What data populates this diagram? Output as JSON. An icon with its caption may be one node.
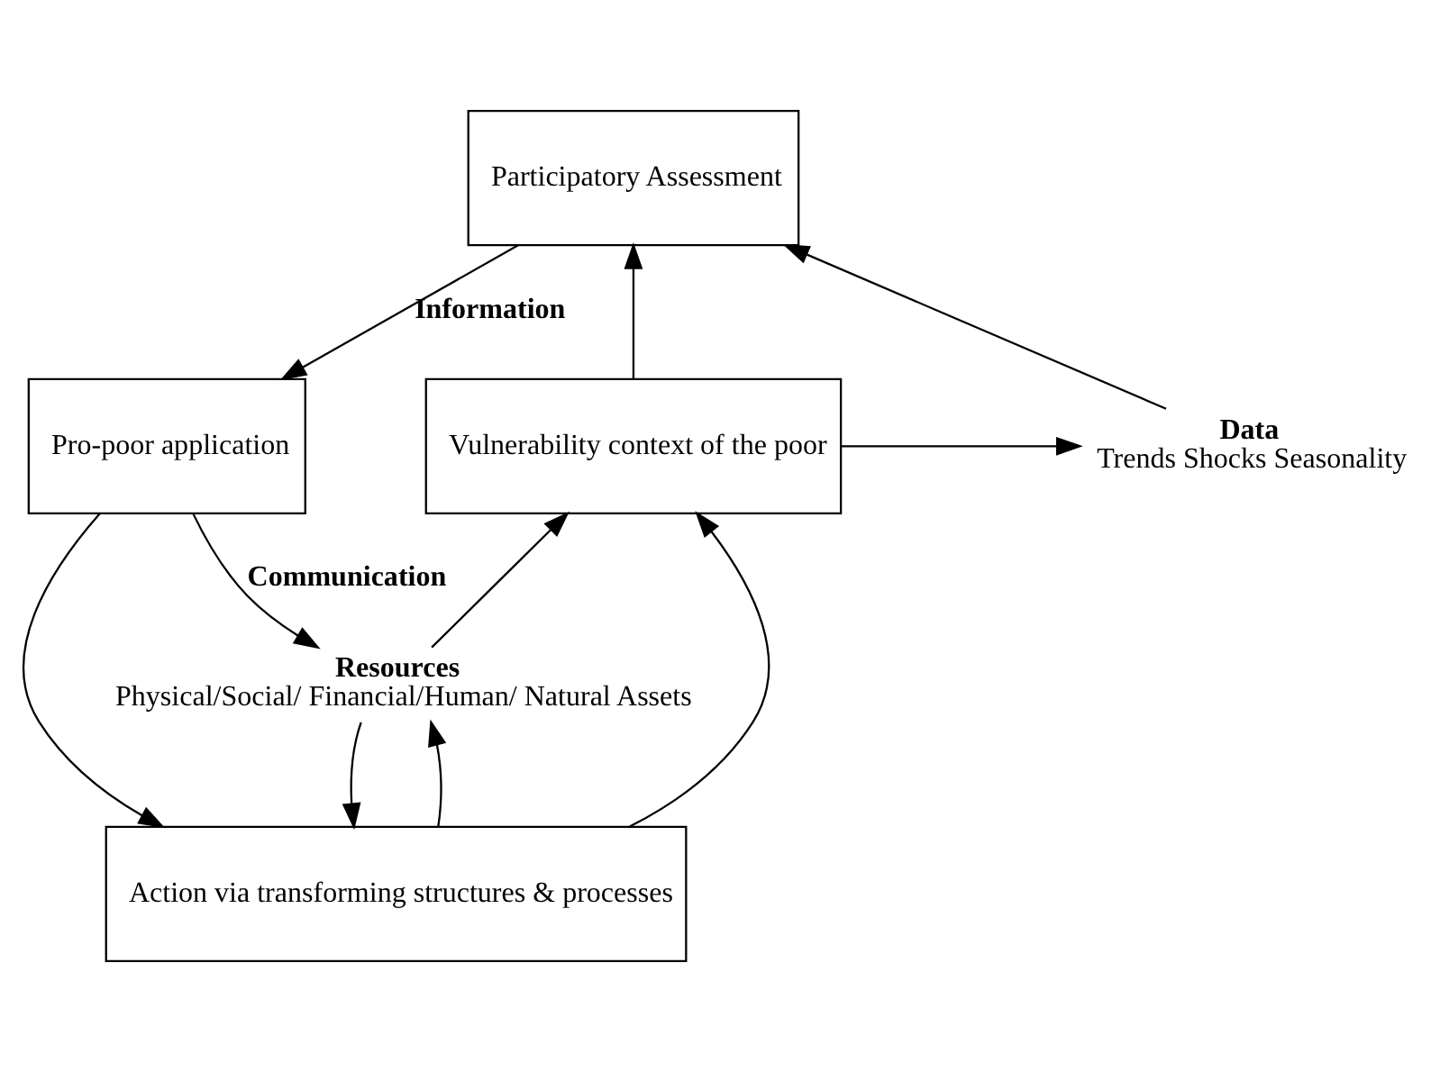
{
  "diagram": {
    "nodes": [
      {
        "text": [
          "Participatory Assessment"
        ]
      },
      {
        "text": [
          "Vulnerability context of the poor"
        ]
      },
      {
        "text": [
          "Pro-poor application"
        ]
      },
      {
        "text": [
          "Action via transforming structures & processes"
        ]
      },
      {
        "text": [
          "Data",
          "Trends Shocks Seasonality"
        ]
      },
      {
        "text": [
          "Resources",
          "Physical/Social/ Financial/Human/ Natural Assets"
        ]
      }
    ],
    "edges": [
      {
        "from": 4,
        "to": 0,
        "arrow": "to"
      },
      {
        "from": 1,
        "to": 0,
        "arrow": "to"
      },
      {
        "from": 0,
        "to": 2,
        "arrow": "to",
        "label": "Information"
      },
      {
        "from": 1,
        "to": 4,
        "arrow": "to"
      },
      {
        "from": 2,
        "to": 3,
        "arrow": "to"
      },
      {
        "from": 3,
        "to": 1,
        "arrow": "to"
      },
      {
        "from": 2,
        "to": 5,
        "arrow": "to",
        "label": "Communication"
      },
      {
        "from": 5,
        "to": 3,
        "arrow": "to"
      },
      {
        "from": 3,
        "to": 5,
        "arrow": "to"
      },
      {
        "from": 5,
        "to": 1,
        "arrow": "to"
      }
    ]
  }
}
